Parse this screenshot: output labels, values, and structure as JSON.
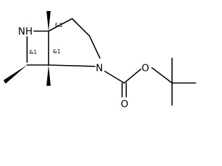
{
  "structure": {
    "atoms": {
      "nh": "NH",
      "n_ring": "N",
      "o_carbonyl": "O",
      "o_ester": "O"
    },
    "stereo_labels": {
      "top": "&1",
      "middle": "&1",
      "bottom": "&1"
    }
  }
}
